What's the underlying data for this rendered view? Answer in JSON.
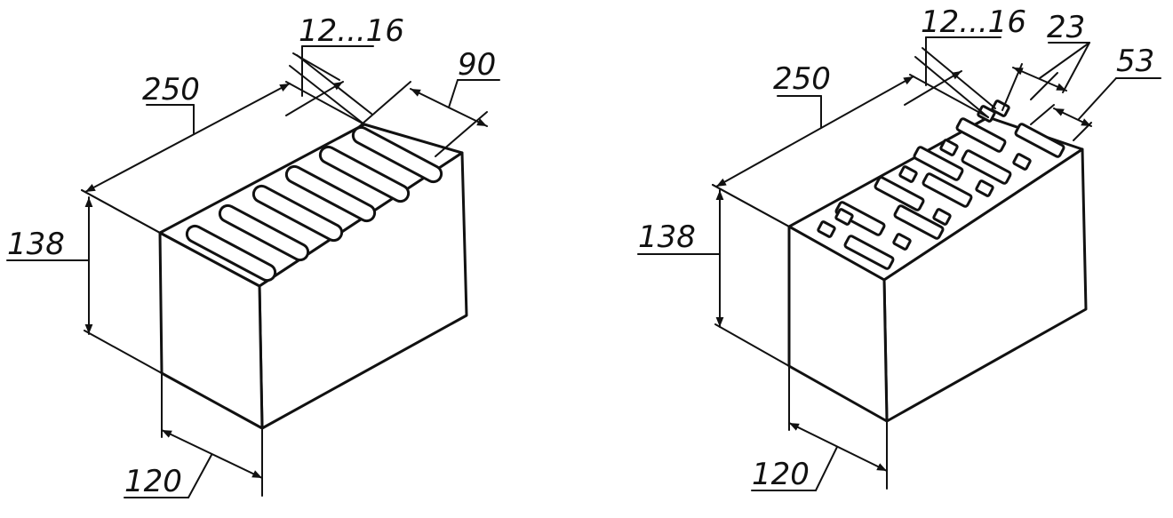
{
  "left_brick": {
    "dimensions": {
      "length": "250",
      "height": "138",
      "width": "120",
      "wall": "12...16",
      "slot": "90"
    }
  },
  "right_brick": {
    "dimensions": {
      "length": "250",
      "height": "138",
      "width": "120",
      "wall": "12...16",
      "hole_a": "23",
      "hole_b": "53"
    }
  },
  "colors": {
    "ink": "#111111",
    "paper": "#ffffff"
  }
}
